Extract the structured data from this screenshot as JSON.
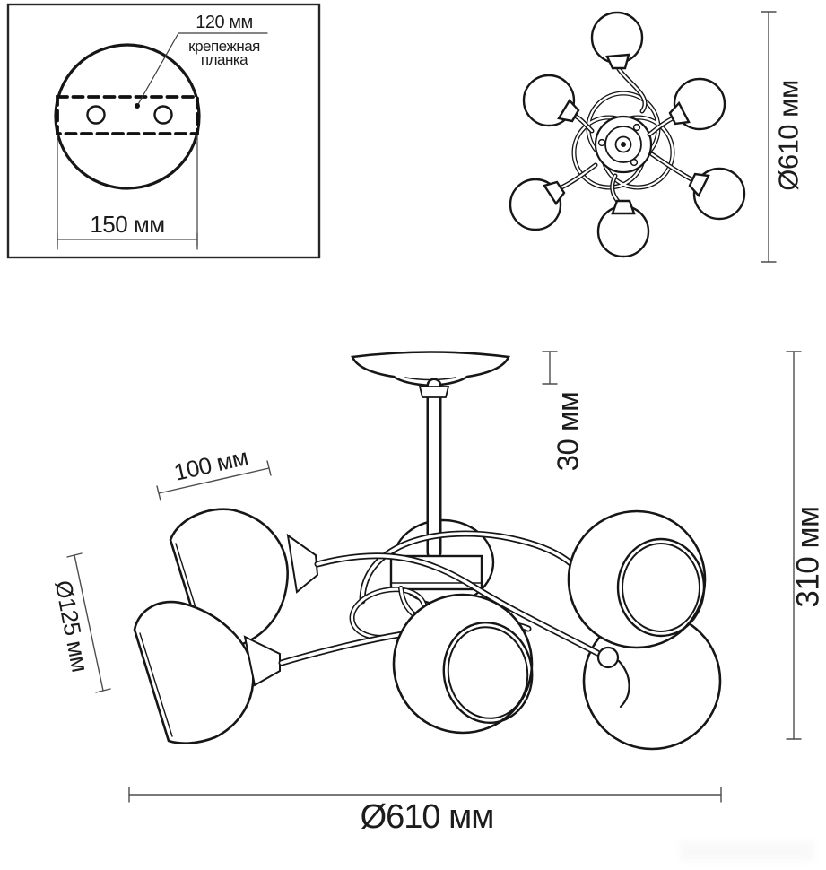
{
  "panel": {
    "hole_spacing": "120 мм",
    "bracket_label": "крепежная планка",
    "plate_width": "150 мм"
  },
  "top_view": {
    "diameter": "Ø610 мм"
  },
  "side_view": {
    "arm_length": "100 мм",
    "shade_diameter": "Ø125 мм",
    "canopy_height": "30 мм",
    "total_height": "310 мм",
    "total_diameter": "Ø610 мм"
  },
  "colors": {
    "line": "#161616",
    "dimension_line": "#4d4d4d",
    "background": "#ffffff"
  }
}
